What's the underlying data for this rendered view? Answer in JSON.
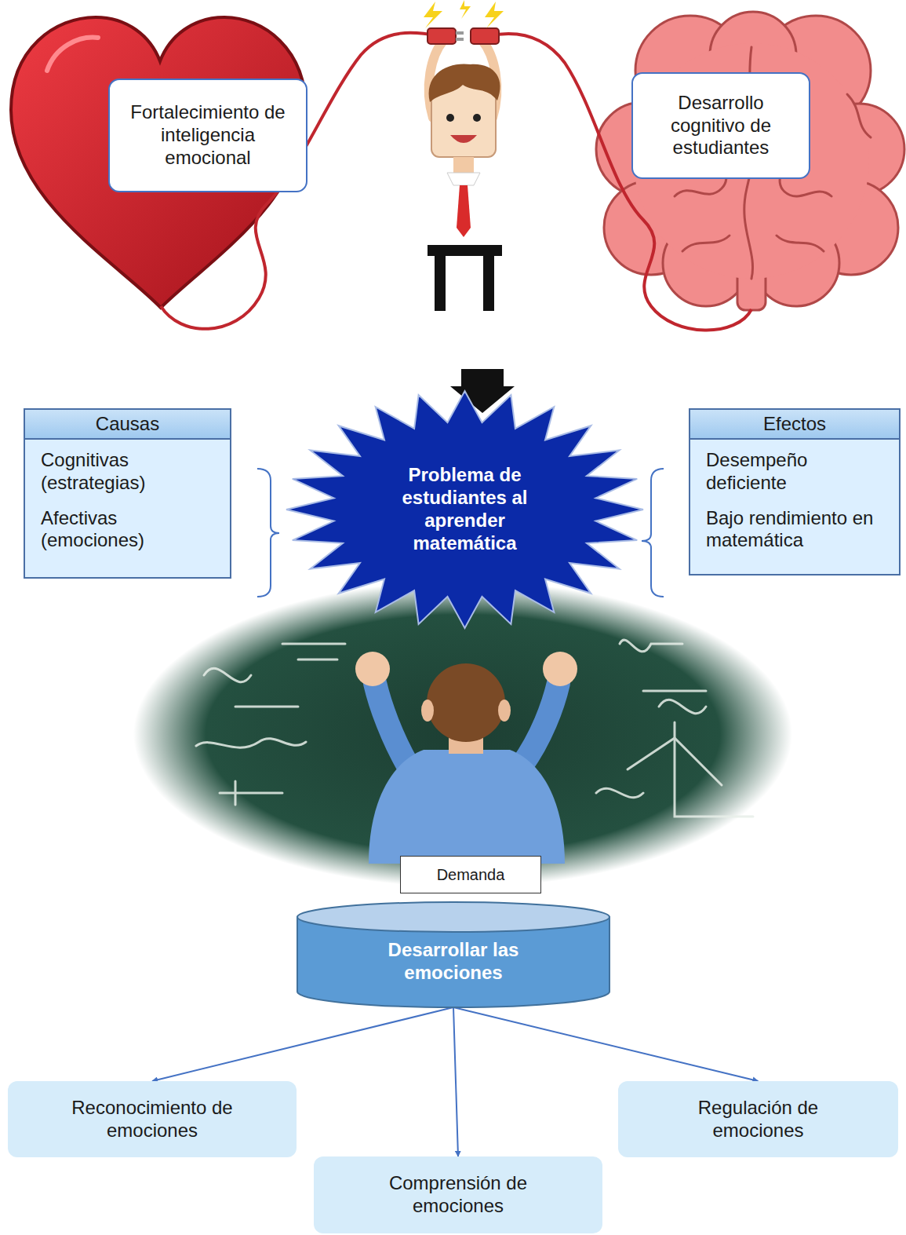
{
  "diagram": {
    "nodes": [
      {
        "text": [
          "Fortalecimiento de inteligencia emocional"
        ]
      },
      {
        "text": [
          "Desarrollo cognitivo de estudiantes"
        ]
      },
      {
        "text": [
          "Causas",
          "Cognitivas (estrategias)",
          "Afectivas (emociones)"
        ]
      },
      {
        "text": [
          "Problema de estudiantes al aprender matemática"
        ]
      },
      {
        "text": [
          "Efectos",
          "Desempeño deficiente",
          "Bajo rendimiento en matemática"
        ]
      },
      {
        "text": [
          "Demanda"
        ]
      },
      {
        "text": [
          "Desarrollar las emociones"
        ]
      },
      {
        "text": [
          "Reconocimiento de emociones"
        ]
      },
      {
        "text": [
          "Comprensión de emociones"
        ]
      },
      {
        "text": [
          "Regulación de emociones"
        ]
      }
    ],
    "edges": [
      {
        "from": 6,
        "to": 7,
        "arrow": "to"
      },
      {
        "from": 6,
        "to": 8,
        "arrow": "to"
      },
      {
        "from": 6,
        "to": 9,
        "arrow": "to"
      }
    ]
  }
}
